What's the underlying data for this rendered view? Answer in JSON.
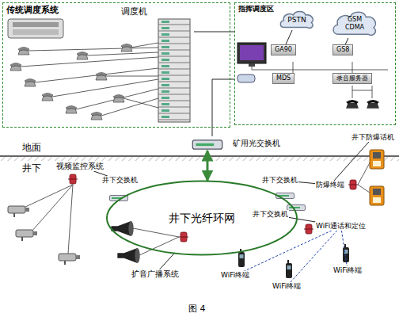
{
  "diagram": {
    "caption": "图 4",
    "nodes": [
      {
        "text": [
          "传统调度系统"
        ]
      },
      {
        "text": [
          "调度机"
        ],
        "in": 0
      },
      {
        "text": [
          "指挥调度区"
        ]
      },
      {
        "text": [
          "PSTN"
        ],
        "in": 2
      },
      {
        "text": [
          "GSM CDMA"
        ],
        "in": 2
      },
      {
        "text": [
          "GA90"
        ],
        "in": 2
      },
      {
        "text": [
          "GS8"
        ],
        "in": 2
      },
      {
        "text": [
          "MDS"
        ],
        "in": 2
      },
      {
        "text": [
          "录音服务器"
        ],
        "in": 2
      },
      {
        "text": [
          "矿用光交换机"
        ]
      },
      {
        "text": [
          "井下光纤环网"
        ]
      },
      {
        "text": [
          "井下交换机"
        ]
      },
      {
        "text": [
          "井下交换机"
        ]
      },
      {
        "text": [
          "井下交换机"
        ]
      },
      {
        "text": [
          "视频监控系统"
        ]
      },
      {
        "text": [
          "扩音广播系统"
        ]
      },
      {
        "text": [
          "防爆终端"
        ]
      },
      {
        "text": [
          "井下防爆话机"
        ]
      },
      {
        "text": [
          "WiFi通话和定位"
        ]
      },
      {
        "text": [
          "WiFi终端"
        ]
      },
      {
        "text": [
          "WiFi终端"
        ]
      },
      {
        "text": [
          "WiFi终端"
        ]
      }
    ],
    "edges": [
      {
        "from": 1,
        "to": 2,
        "arrow": "none"
      },
      {
        "from": 5,
        "to": 3,
        "arrow": "none"
      },
      {
        "from": 6,
        "to": 4,
        "arrow": "none"
      },
      {
        "from": 9,
        "to": 2,
        "arrow": "none"
      },
      {
        "from": 9,
        "to": 10,
        "arrow": "both"
      },
      {
        "from": 14,
        "to": 11,
        "arrow": "none"
      },
      {
        "from": 12,
        "to": 16,
        "arrow": "none"
      },
      {
        "from": 16,
        "to": 17,
        "arrow": "none"
      },
      {
        "from": 13,
        "to": 18,
        "arrow": "none"
      },
      {
        "from": 18,
        "to": 19,
        "arrow": "none"
      },
      {
        "from": 18,
        "to": 20,
        "arrow": "none"
      },
      {
        "from": 18,
        "to": 21,
        "arrow": "none"
      },
      {
        "from": 15,
        "to": 10,
        "arrow": "none"
      }
    ],
    "labels": [
      "地面",
      "井下"
    ]
  }
}
